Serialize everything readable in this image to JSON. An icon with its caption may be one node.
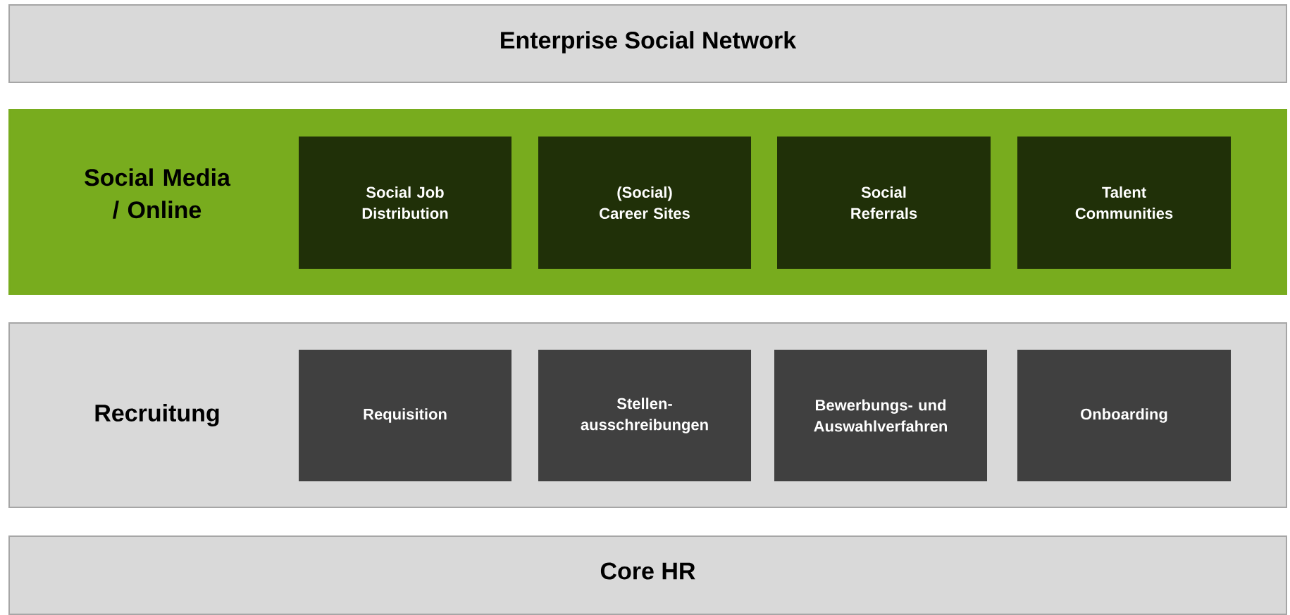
{
  "diagram": {
    "nodes": [
      {
        "text": [
          "Enterprise Social Network"
        ]
      },
      {
        "text": [
          "Social Media / Online"
        ]
      },
      {
        "text": [
          "Social Job Distribution"
        ],
        "in": 1
      },
      {
        "text": [
          "(Social) Career Sites"
        ],
        "in": 1
      },
      {
        "text": [
          "Social Referrals"
        ],
        "in": 1
      },
      {
        "text": [
          "Talent Communities"
        ],
        "in": 1
      },
      {
        "text": [
          "Recruitung"
        ]
      },
      {
        "text": [
          "Requisition"
        ],
        "in": 6
      },
      {
        "text": [
          "Stellen- ausschreibungen"
        ],
        "in": 6
      },
      {
        "text": [
          "Bewerbungs- und Auswahlverfahren"
        ],
        "in": 6
      },
      {
        "text": [
          "Onboarding"
        ],
        "in": 6
      },
      {
        "text": [
          "Core HR"
        ]
      }
    ]
  }
}
